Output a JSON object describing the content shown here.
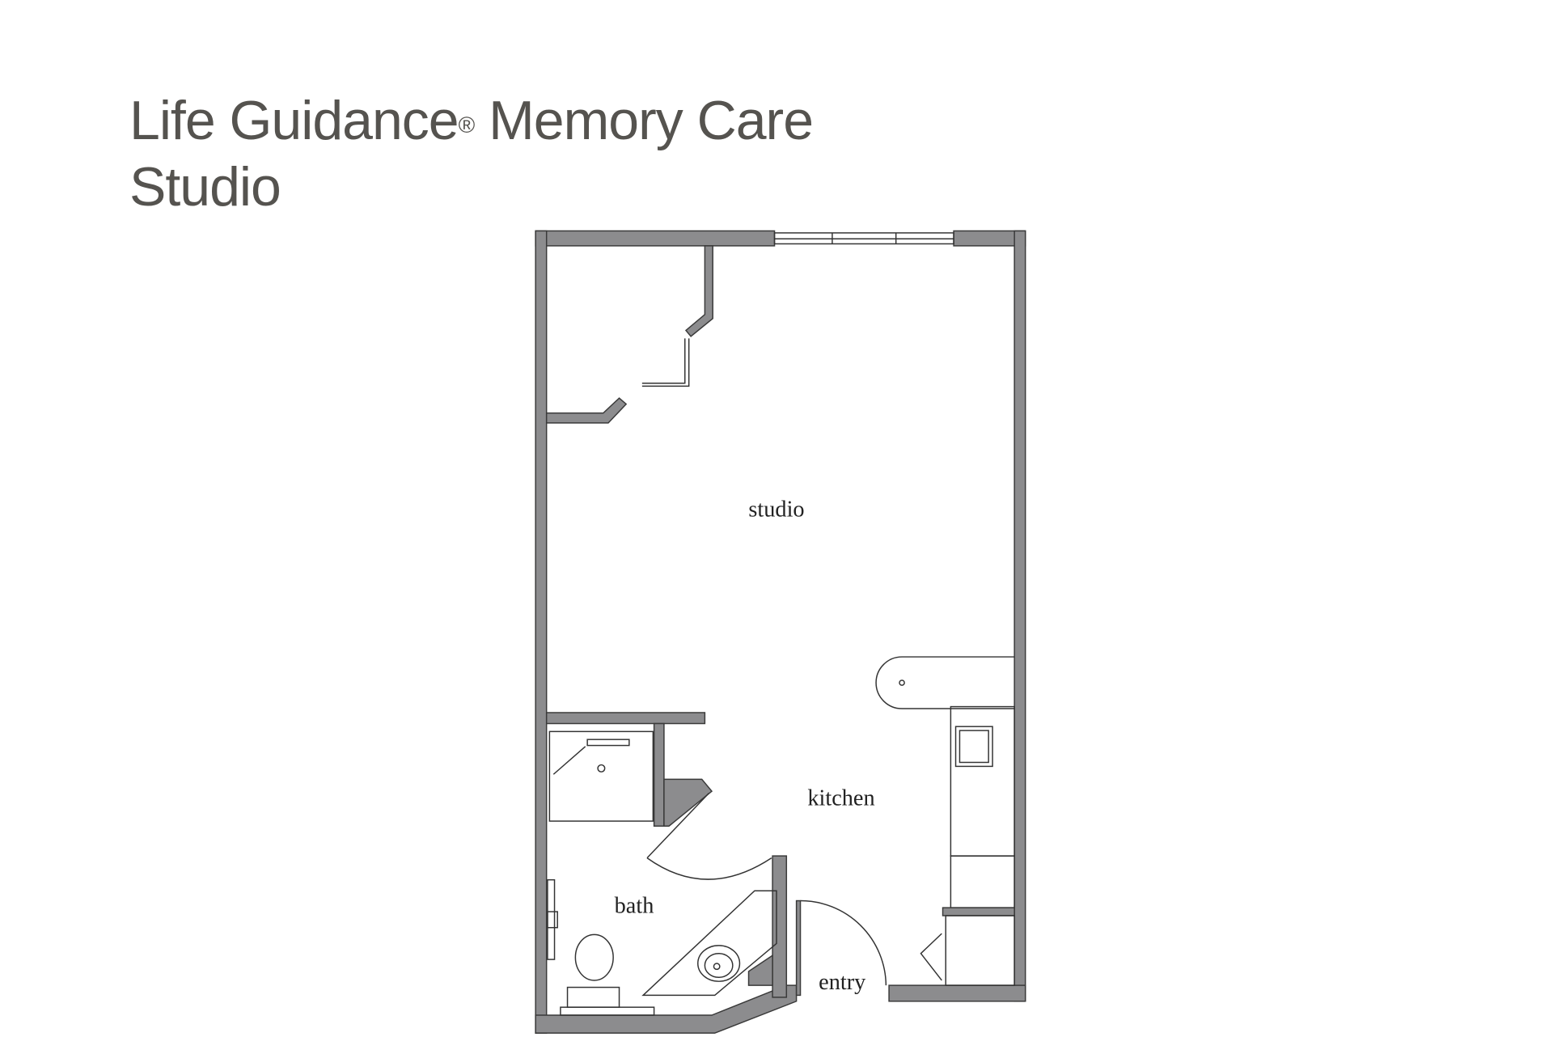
{
  "header": {
    "title_line1_pre": "Life Guidance",
    "registered_mark": "®",
    "title_line1_post": " Memory Care",
    "title_line2": "Studio"
  },
  "floorplan": {
    "rooms": {
      "studio": "studio",
      "kitchen": "kitchen",
      "bath": "bath",
      "entry": "entry"
    },
    "wall_color": "#8c8c8e"
  }
}
